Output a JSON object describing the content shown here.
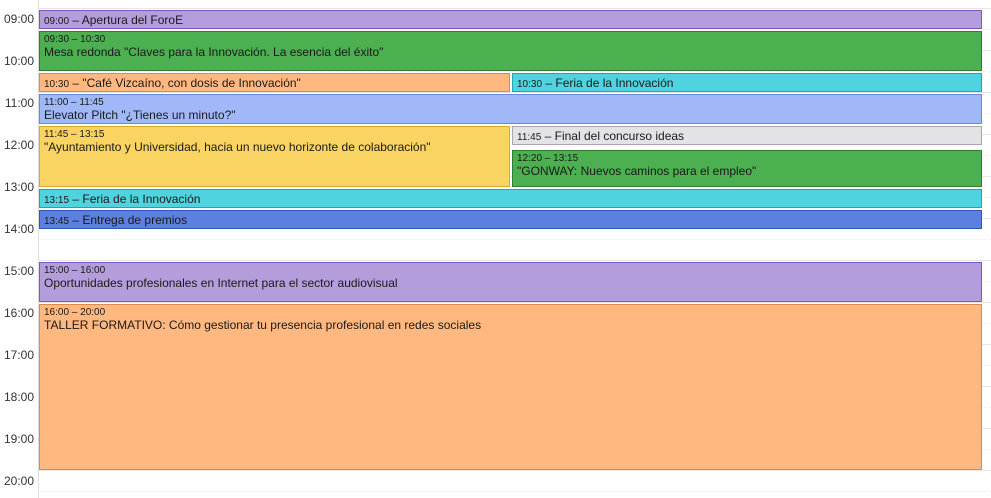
{
  "time_labels": [
    "09:00",
    "10:00",
    "11:00",
    "12:00",
    "13:00",
    "14:00",
    "15:00",
    "16:00",
    "17:00",
    "18:00",
    "19:00",
    "20:00"
  ],
  "events": {
    "apertura": {
      "time": "09:00",
      "title": "Apertura del ForoE"
    },
    "mesa": {
      "time": "09:30 – 10:30",
      "title": "Mesa redonda \"Claves para la Innovación. La esencia del éxito\""
    },
    "cafe": {
      "time": "10:30",
      "title": "\"Café Vizcaíno, con dosis de Innovación\""
    },
    "feria1": {
      "time": "10:30",
      "title": "Feria de la Innovación"
    },
    "elevator": {
      "time": "11:00 – 11:45",
      "title": "Elevator Pitch \"¿Tienes un minuto?\""
    },
    "ayuntamiento": {
      "time": "11:45 – 13:15",
      "title": "\"Ayuntamiento y Universidad, hacia un nuevo horizonte de colaboración\""
    },
    "concurso": {
      "time": "11:45",
      "title": "Final del concurso ideas"
    },
    "gonway": {
      "time": "12:20 – 13:15",
      "title": "\"GONWAY: Nuevos caminos para el empleo\""
    },
    "feria2": {
      "time": "13:15",
      "title": "Feria de la Innovación"
    },
    "premios": {
      "time": "13:45",
      "title": "Entrega de premios"
    },
    "oportunidades": {
      "time": "15:00 – 16:00",
      "title": "Oportunidades profesionales en Internet para el sector audiovisual"
    },
    "taller": {
      "time": "16:00 – 20:00",
      "title": "TALLER FORMATIVO: Cómo gestionar tu presencia profesional en redes sociales"
    }
  }
}
